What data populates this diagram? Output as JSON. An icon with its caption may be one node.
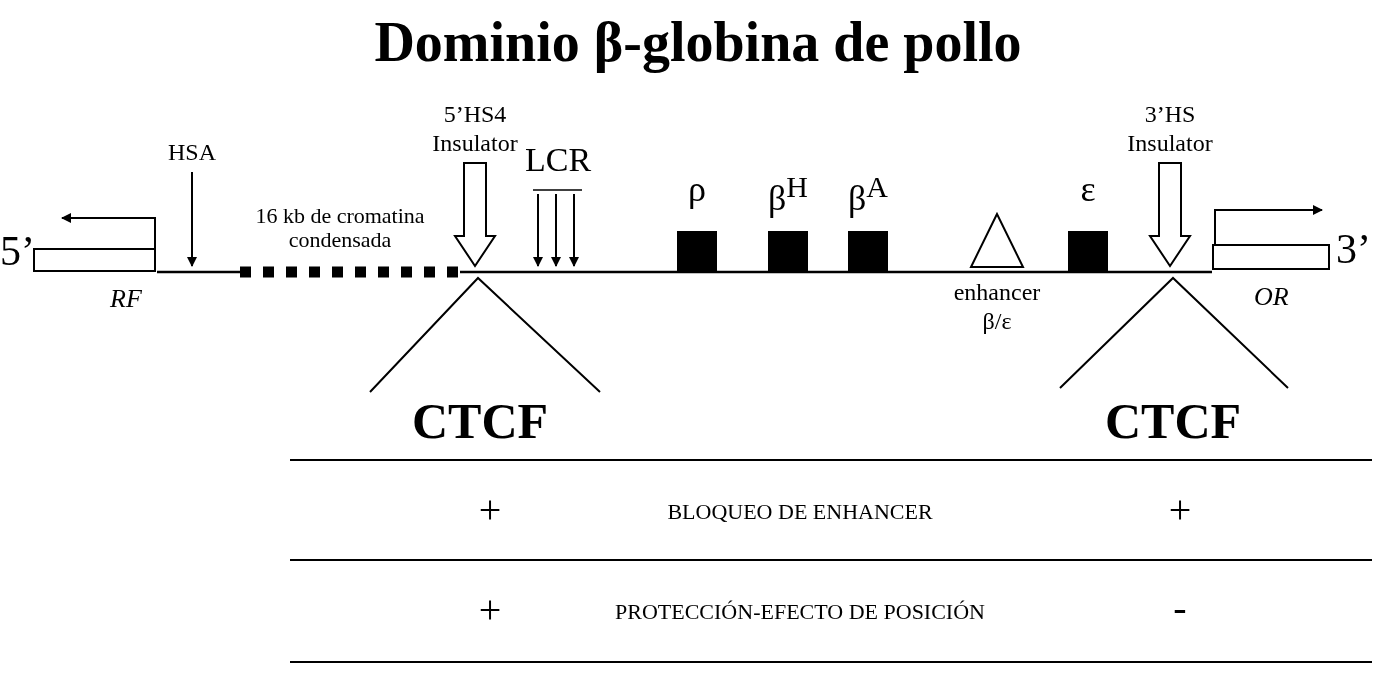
{
  "diagram": {
    "title": "Dominio β-globina de pollo",
    "nodes": [
      {
        "text": [
          "RF"
        ],
        "beside": [
          "5’"
        ]
      },
      {
        "text": [
          "OR"
        ],
        "beside": [
          "3’"
        ]
      },
      {
        "text": [
          "ρ"
        ]
      },
      {
        "text": [
          "β$^{H}$"
        ]
      },
      {
        "text": [
          "β$^{A}$"
        ]
      },
      {
        "text": [
          "ε"
        ]
      },
      {
        "text": [
          "enhancer β/ε"
        ]
      },
      {
        "text": [
          "HSA"
        ]
      },
      {
        "text": [
          "5’HS4 Insulator"
        ]
      },
      {
        "text": [
          "LCR"
        ]
      },
      {
        "text": [
          "3’HS Insulator"
        ]
      },
      {
        "text": [],
        "shape": "bar"
      }
    ],
    "edges": [
      {
        "from": 7,
        "to": 11,
        "arrow": "to"
      },
      {
        "from": 8,
        "to": 11,
        "arrow": "to",
        "style": "thick"
      },
      {
        "from": 9,
        "to": 11,
        "arrow": "to"
      },
      {
        "from": 9,
        "to": 11,
        "arrow": "to"
      },
      {
        "from": 9,
        "to": 11,
        "arrow": "to"
      },
      {
        "from": 10,
        "to": 11,
        "arrow": "to",
        "style": "thick"
      }
    ],
    "labels": [
      "16 kb de cromatina condensada",
      "CTCF",
      "CTCF",
      "+",
      "BLOQUEO DE ENHANCER",
      "+",
      "+",
      "PROTECCIÓN-EFECTO DE POSICIÓN",
      "-"
    ]
  }
}
